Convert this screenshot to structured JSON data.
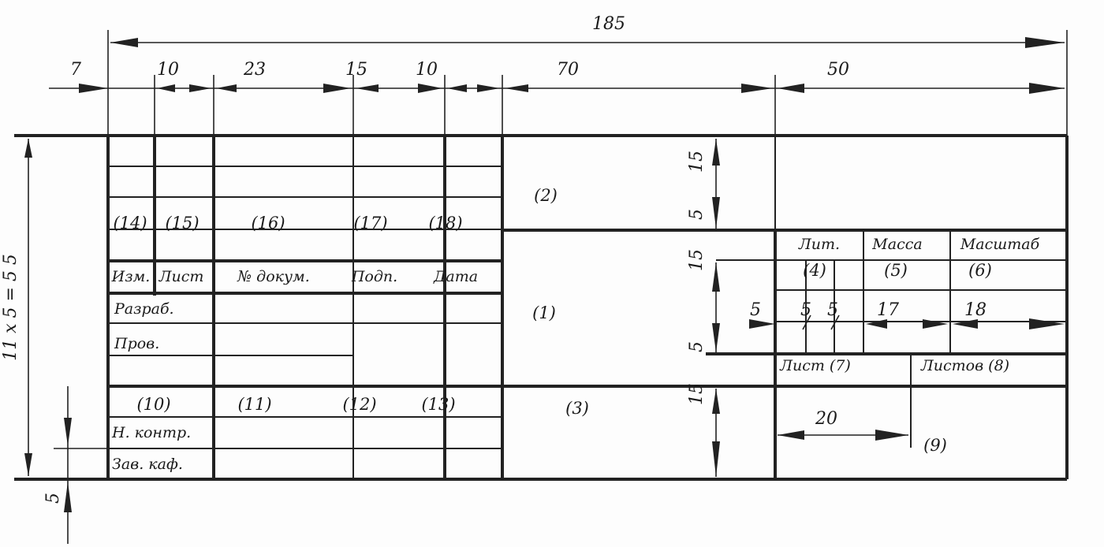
{
  "dimensions": {
    "total_width": "185",
    "col_7": "7",
    "col_10a": "10",
    "col_23": "23",
    "col_15": "15",
    "col_10b": "10",
    "col_70": "70",
    "col_50": "50",
    "height_formula": "11 x 5 = 5 5",
    "row_5_bottom": "5",
    "v15_top": "15",
    "v5_top": "5",
    "v15_mid": "15",
    "v5_mid": "5",
    "v15_bot": "15",
    "h5_a": "5",
    "h5_b": "5",
    "h5_c": "5",
    "h17": "17",
    "h18": "18",
    "h20": "20"
  },
  "cells": {
    "c14": "(14)",
    "c15": "(15)",
    "c16": "(16)",
    "c17": "(17)",
    "c18": "(18)",
    "c10": "(10)",
    "c11": "(11)",
    "c12": "(12)",
    "c13": "(13)",
    "c1": "(1)",
    "c2": "(2)",
    "c3": "(3)",
    "c4": "(4)",
    "c5": "(5)",
    "c6": "(6)",
    "c9": "(9)"
  },
  "labels": {
    "izm": "Изм.",
    "list": "Лист",
    "dokum": "№ докум.",
    "podp": "Подп.",
    "data": "Дата",
    "razrab": "Разраб.",
    "prov": "Пров.",
    "nkontr": "Н. контр.",
    "zavkaf": "Зав. каф.",
    "lit": "Лит.",
    "massa": "Масса",
    "masshtab": "Масштаб",
    "list7": "Лист (7)",
    "listov8": "Листов (8)"
  }
}
